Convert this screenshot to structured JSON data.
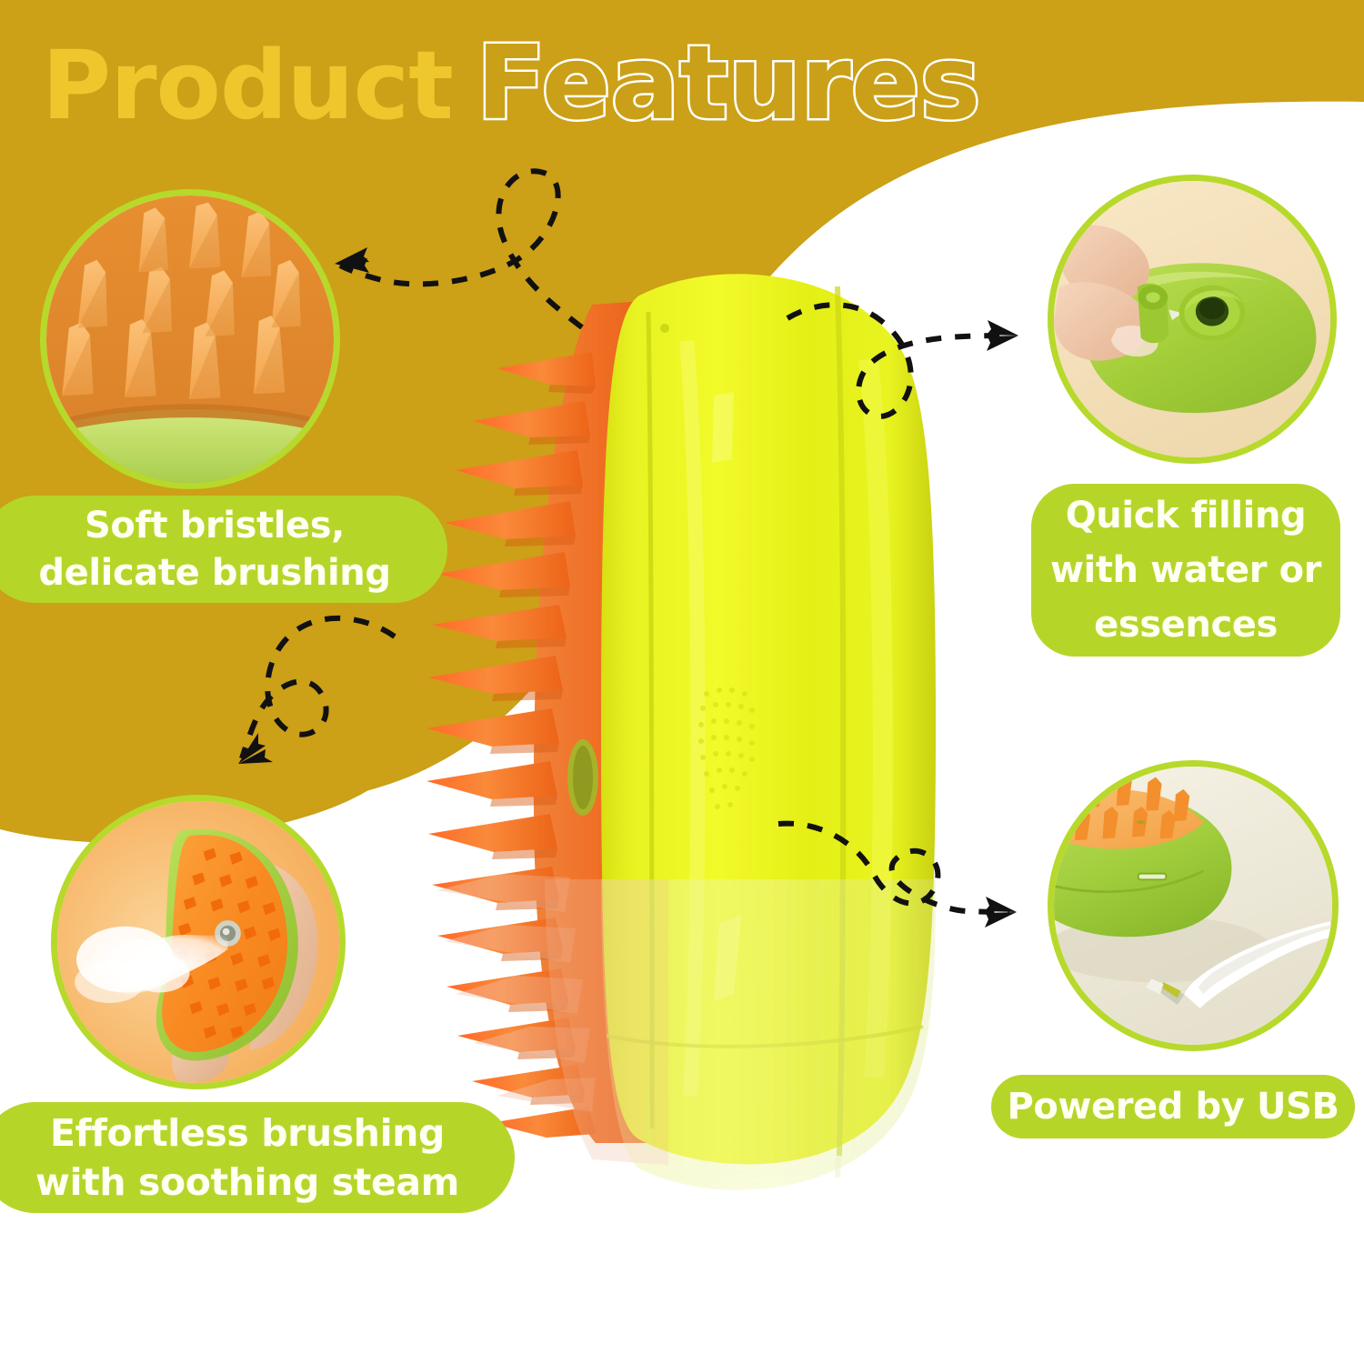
{
  "title": {
    "word_1": "Product",
    "word_2": "Features",
    "word_1_color": "#EDC72C",
    "word_2_color": "#FFFFFF"
  },
  "theme": {
    "background_blob": "#CCA017",
    "page_background": "#FFFFFF",
    "pill_green": "#B5D629",
    "pill_text": "#FFFFF2",
    "circle_border_green": "#B7D92B",
    "product_body_yellow": "#E8F018",
    "product_bristle_orange": "#F2772C",
    "arrow_black": "#111111"
  },
  "features": [
    {
      "id": "soft-bristles",
      "label": "Soft bristles, delicate brushing",
      "position": "top-left",
      "image": {
        "name": "bristle-closeup-photo",
        "alt": "Close up of orange silicone bristle cones on orange brush head with green base",
        "colors": {
          "bristle": "#F5A64A",
          "surface": "#E08A2E",
          "base": "#BBD95F"
        }
      }
    },
    {
      "id": "quick-filling",
      "label": "Quick filling with water or essences",
      "position": "top-right",
      "image": {
        "name": "water-filling-photo",
        "alt": "Hand opening the rubber water fill plug on the green brush",
        "colors": {
          "device": "#A8D13C",
          "backdrop": "#F5E2BC",
          "skin": "#F2C9A8"
        }
      }
    },
    {
      "id": "effortless-steam",
      "label": "Effortless brushing with soothing steam",
      "position": "bottom-left",
      "image": {
        "name": "steam-brushing-photo",
        "alt": "Hand holding brush with orange bristles releasing white steam on orange background",
        "colors": {
          "backdrop": "#F7B96A",
          "bristle": "#F97A18",
          "body": "#A6CF3F",
          "steam": "#FFFFFF"
        }
      }
    },
    {
      "id": "usb-powered",
      "label": "Powered by USB",
      "position": "bottom-right",
      "image": {
        "name": "usb-charging-photo",
        "alt": "Green brush with orange bristles on cream table beside a white USB cable",
        "colors": {
          "backdrop": "#F0EBDC",
          "device": "#A8D148",
          "bristle": "#F5993A",
          "cable": "#FFFFFF"
        }
      }
    }
  ],
  "hero": {
    "name": "steam-pet-brush-product",
    "alt": "Yellow-green steam pet grooming brush shown from the side with orange silicone bristles",
    "has_reflection": true
  },
  "connectors": [
    {
      "id": "connector-top-left",
      "from": "hero",
      "to": "soft-bristles",
      "style": "dashed-curly",
      "direction": "left"
    },
    {
      "id": "connector-top-right",
      "from": "hero",
      "to": "quick-filling",
      "style": "dashed-curly",
      "direction": "right"
    },
    {
      "id": "connector-bottom-left",
      "from": "hero",
      "to": "effortless-steam",
      "style": "dashed-curly",
      "direction": "down-left"
    },
    {
      "id": "connector-bottom-right",
      "from": "hero",
      "to": "usb-powered",
      "style": "dashed-curly",
      "direction": "right"
    }
  ]
}
